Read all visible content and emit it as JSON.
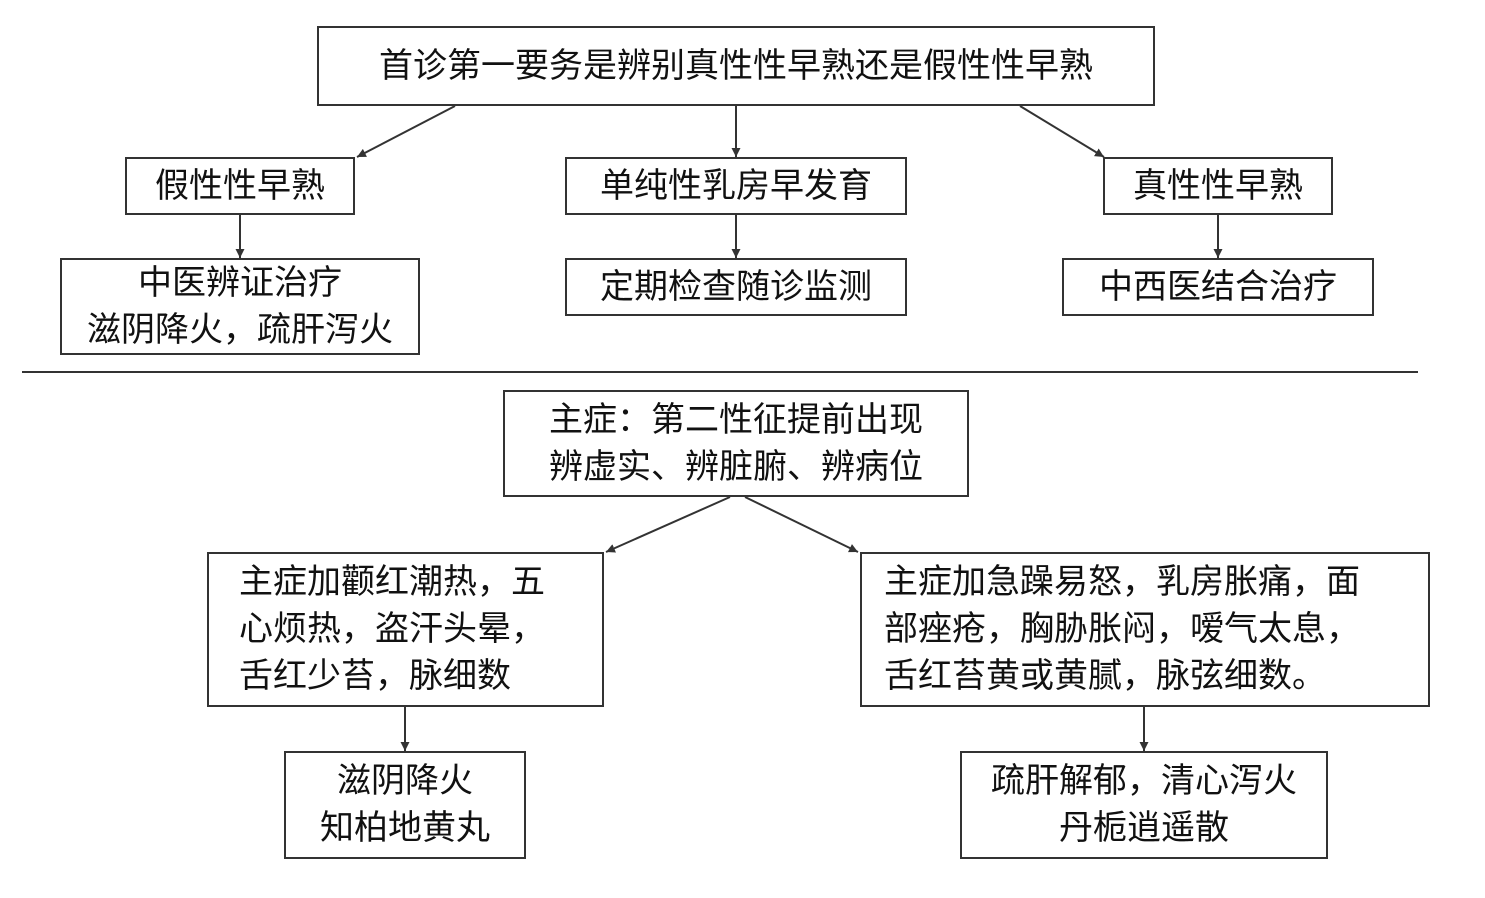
{
  "top": {
    "root": "首诊第一要务是辨别真性性早熟还是假性性早熟",
    "branches": [
      {
        "title": "假性性早熟",
        "treatment": "中医辨证治疗\n滋阴降火，疏肝泻火"
      },
      {
        "title": "单纯性乳房早发育",
        "treatment": "定期检查随诊监测"
      },
      {
        "title": "真性性早熟",
        "treatment": "中西医结合治疗"
      }
    ]
  },
  "bottom": {
    "root": "主症：第二性征提前出现\n辨虚实、辨脏腑、辨病位",
    "branches": [
      {
        "symptoms": "主症加颧红潮热，五\n心烦热，盗汗头晕，\n舌红少苔，脉细数",
        "treatment": "滋阴降火\n知柏地黄丸"
      },
      {
        "symptoms": "主症加急躁易怒，乳房胀痛，面\n部痤疮，胸胁胀闷，嗳气太息，\n舌红苔黄或黄腻，脉弦细数。",
        "treatment": "疏肝解郁，清心泻火\n丹栀逍遥散"
      }
    ]
  },
  "colors": {
    "border": "#333333",
    "text": "#111111",
    "line": "#333333"
  }
}
